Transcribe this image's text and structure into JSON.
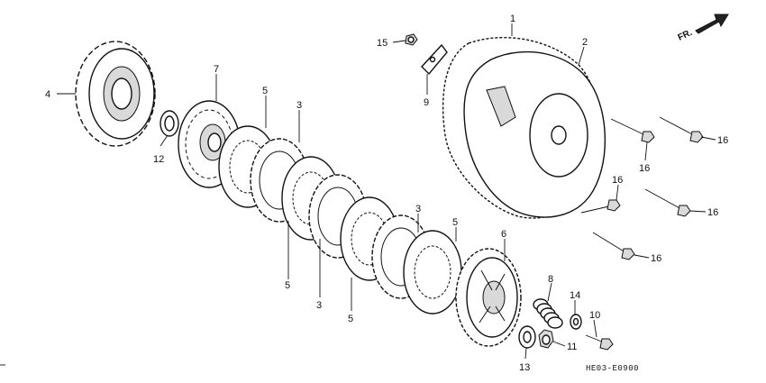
{
  "diagram": {
    "direction_label": "FR.",
    "drawing_code": "HE03-E0900",
    "callouts": [
      {
        "id": "c1",
        "label": "1"
      },
      {
        "id": "c2",
        "label": "2"
      },
      {
        "id": "c3a",
        "label": "3"
      },
      {
        "id": "c3b",
        "label": "3"
      },
      {
        "id": "c3c",
        "label": "3"
      },
      {
        "id": "c4",
        "label": "4"
      },
      {
        "id": "c5a",
        "label": "5"
      },
      {
        "id": "c5b",
        "label": "5"
      },
      {
        "id": "c5c",
        "label": "5"
      },
      {
        "id": "c5d",
        "label": "5"
      },
      {
        "id": "c6",
        "label": "6"
      },
      {
        "id": "c7",
        "label": "7"
      },
      {
        "id": "c8",
        "label": "8"
      },
      {
        "id": "c9",
        "label": "9"
      },
      {
        "id": "c10",
        "label": "10"
      },
      {
        "id": "c11",
        "label": "11"
      },
      {
        "id": "c12",
        "label": "12"
      },
      {
        "id": "c13",
        "label": "13"
      },
      {
        "id": "c14",
        "label": "14"
      },
      {
        "id": "c15",
        "label": "15"
      },
      {
        "id": "c16a",
        "label": "16"
      },
      {
        "id": "c16b",
        "label": "16"
      },
      {
        "id": "c16c",
        "label": "16"
      },
      {
        "id": "c16d",
        "label": "16"
      },
      {
        "id": "c16e",
        "label": "16"
      }
    ]
  }
}
